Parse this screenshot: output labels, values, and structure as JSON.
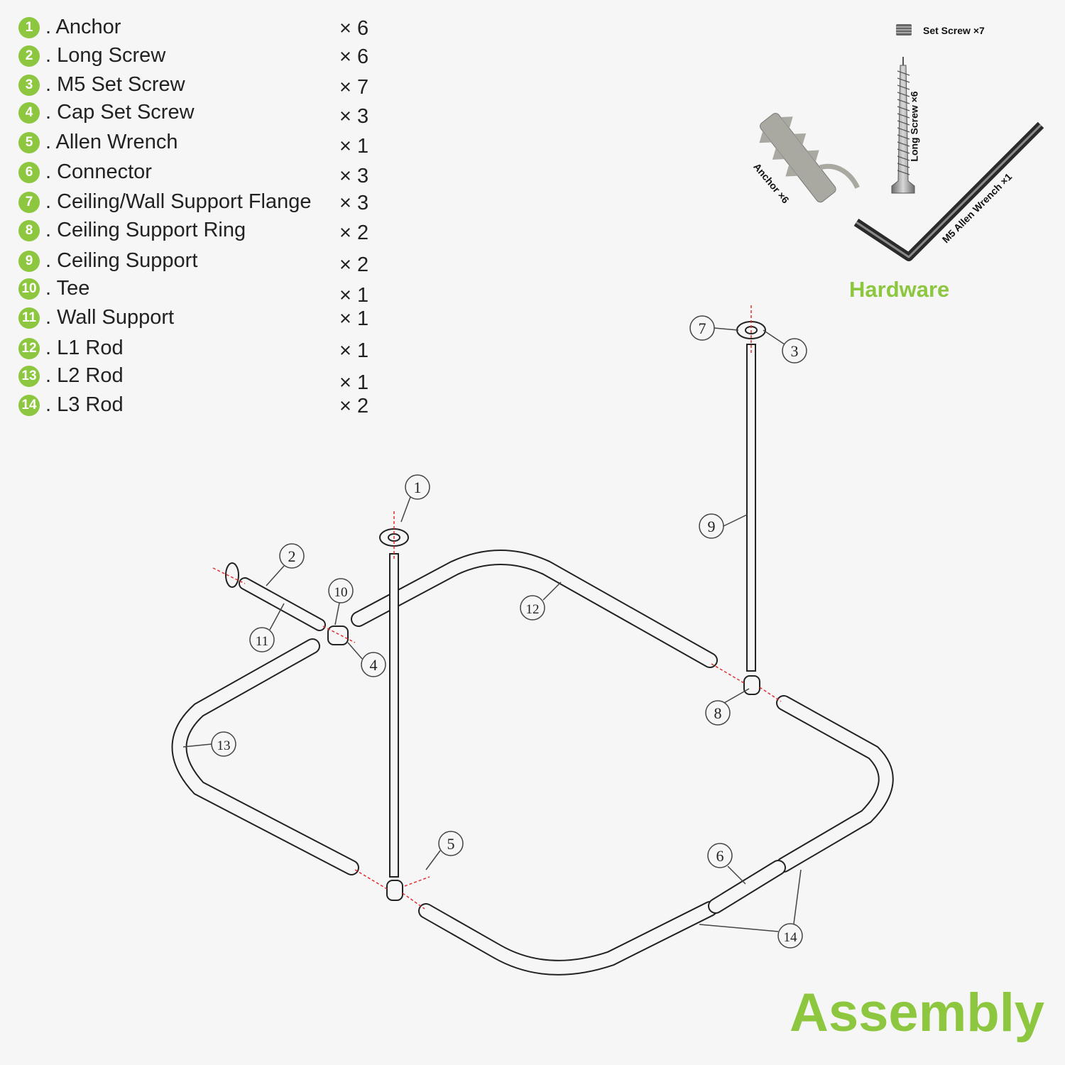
{
  "parts": [
    {
      "num": "1",
      "name": ". Anchor",
      "qty": "× 6"
    },
    {
      "num": "2",
      "name": ". Long Screw",
      "qty": "× 6"
    },
    {
      "num": "3",
      "name": ". M5 Set Screw",
      "qty": "× 7"
    },
    {
      "num": "4",
      "name": ". Cap Set Screw",
      "qty": "× 3"
    },
    {
      "num": "5",
      "name": ". Allen Wrench",
      "qty": "× 1"
    },
    {
      "num": "6",
      "name": ". Connector",
      "qty": "× 3"
    },
    {
      "num": "7",
      "name": ". Ceiling/Wall Support Flange",
      "qty": "× 3"
    },
    {
      "num": "8",
      "name": ". Ceiling Support Ring",
      "qty": "× 2"
    },
    {
      "num": "9",
      "name": ". Ceiling Support",
      "qty": "× 2"
    },
    {
      "num": "10",
      "name": ". Tee",
      "qty": "× 1"
    },
    {
      "num": "11",
      "name": ". Wall  Support",
      "qty": "× 1"
    },
    {
      "num": "12",
      "name": ". L1 Rod",
      "qty": "× 1"
    },
    {
      "num": "13",
      "name": ". L2 Rod",
      "qty": "× 1"
    },
    {
      "num": "14",
      "name": ". L3 Rod",
      "qty": "× 2"
    }
  ],
  "hardware": {
    "title": "Hardware",
    "set_screw": "Set Screw ×7",
    "long_screw": "Long Screw ×6",
    "anchor": "Anchor ×6",
    "allen_wrench": "M5 Allen Wrench ×1"
  },
  "callouts": [
    "1",
    "2",
    "3",
    "4",
    "5",
    "6",
    "7",
    "8",
    "9",
    "10",
    "11",
    "12",
    "13",
    "14"
  ],
  "assembly_title": "Assembly",
  "colors": {
    "accent": "#8dc63f",
    "line": "#222222",
    "guide": "#e03030"
  }
}
